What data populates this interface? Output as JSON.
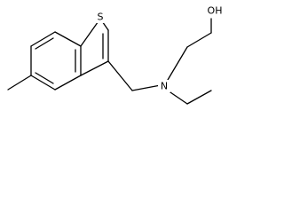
{
  "molecule": {
    "atoms": {
      "sulfur": "S",
      "nitrogen": "N",
      "hydroxyl": "OH"
    }
  }
}
